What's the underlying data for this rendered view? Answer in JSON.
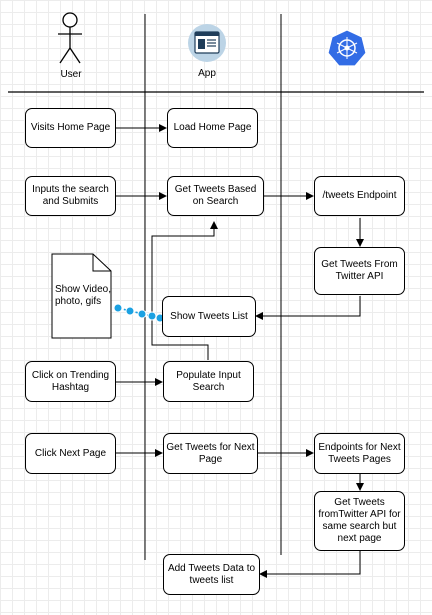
{
  "lanes": {
    "user": "User",
    "app": "App"
  },
  "boxes": {
    "visits_home": "Visits Home Page",
    "load_home": "Load Home Page",
    "inputs_search": "Inputs the search and Submits",
    "get_tweets_search": "Get Tweets Based on Search",
    "tweets_endpoint": "/tweets  Endpoint",
    "get_tweets_twitter": "Get Tweets From Twitter API",
    "show_tweets_list": "Show Tweets List",
    "click_trending": "Click on Trending Hashtag",
    "populate_input": "Populate Input Search",
    "click_next": "Click Next Page",
    "get_tweets_next": "Get Tweets for Next Page",
    "endpoints_next": "Endpoints for Next Tweets Pages",
    "get_tweets_same": "Get Tweets fromTwitter API for same search but next page",
    "add_tweets": "Add Tweets Data to tweets list"
  },
  "document": {
    "text": "Show Video, photo, gifs"
  },
  "colors": {
    "stroke": "#000000",
    "grid": "#ececec",
    "dots": "#1ba1e2",
    "app_icon_bg": "#bcd4e6",
    "k8s_blue": "#326ce5"
  }
}
